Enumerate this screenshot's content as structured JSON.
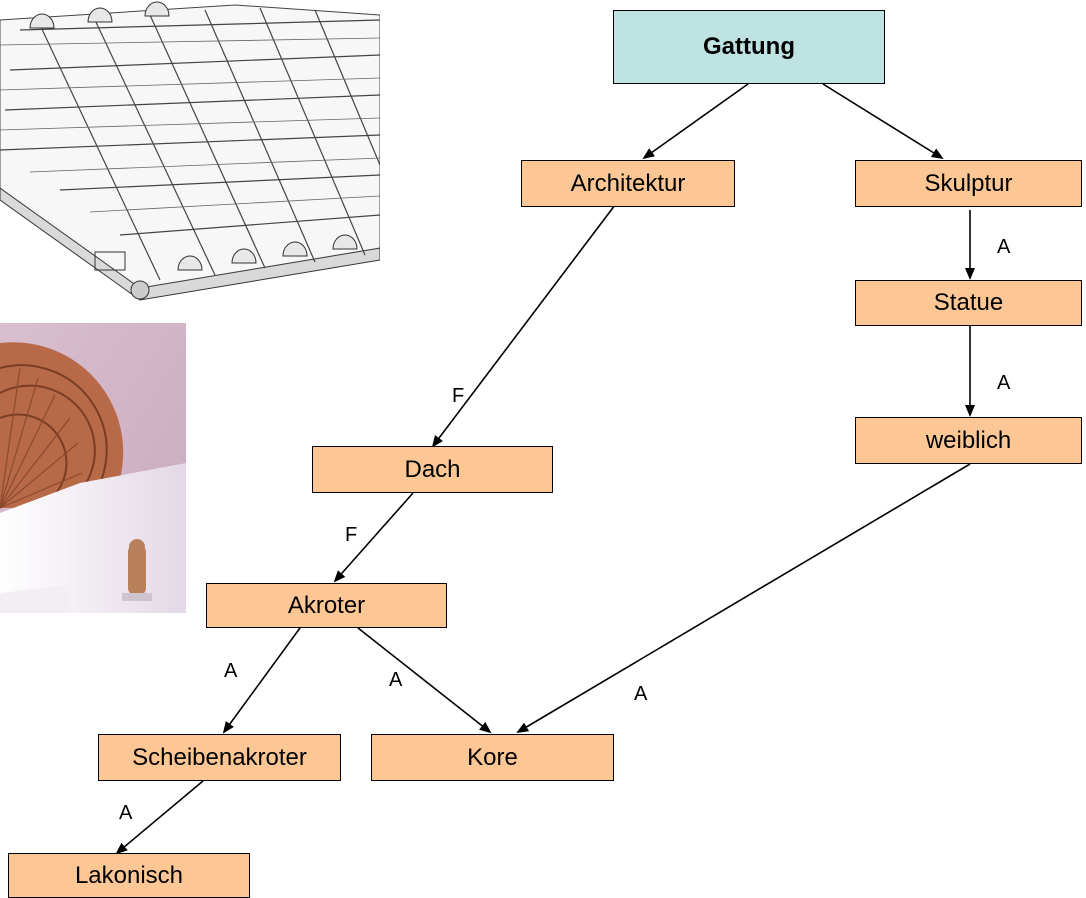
{
  "nodes": {
    "gattung": "Gattung",
    "architektur": "Architektur",
    "skulptur": "Skulptur",
    "statue": "Statue",
    "weiblich": "weiblich",
    "dach": "Dach",
    "akroter": "Akroter",
    "scheibenakroter": "Scheibenakroter",
    "kore": "Kore",
    "lakonisch": "Lakonisch"
  },
  "edges": [
    {
      "from": "gattung",
      "to": "architektur",
      "label": ""
    },
    {
      "from": "gattung",
      "to": "skulptur",
      "label": ""
    },
    {
      "from": "skulptur",
      "to": "statue",
      "label": "A"
    },
    {
      "from": "statue",
      "to": "weiblich",
      "label": "A"
    },
    {
      "from": "architektur",
      "to": "dach",
      "label": "F"
    },
    {
      "from": "dach",
      "to": "akroter",
      "label": "F"
    },
    {
      "from": "akroter",
      "to": "scheibenakroter",
      "label": "A"
    },
    {
      "from": "akroter",
      "to": "kore",
      "label": "A"
    },
    {
      "from": "weiblich",
      "to": "kore",
      "label": "A"
    },
    {
      "from": "scheibenakroter",
      "to": "lakonisch",
      "label": "A"
    }
  ],
  "colors": {
    "root_fill": "#bfe3e3",
    "node_fill": "#fcc795",
    "stroke": "#000000"
  },
  "images": [
    "roof-tile-drawing",
    "disc-akroter-photo"
  ]
}
